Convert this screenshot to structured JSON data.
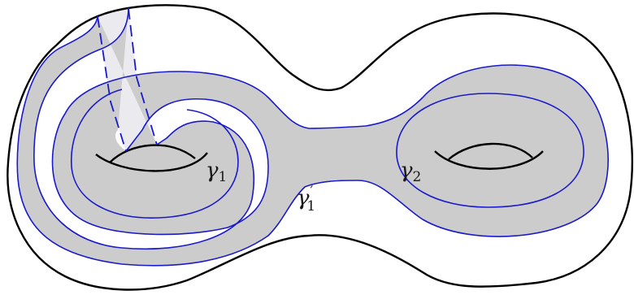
{
  "colors": {
    "outline": "#000000",
    "curve": "#1a1acc",
    "band_fill": "#cccccc",
    "strip_fill": "#ebebef",
    "label": "#1a1a1a"
  },
  "labels": {
    "gamma1": {
      "symbol": "γ",
      "sub": "1",
      "prime": ""
    },
    "gamma1_prime": {
      "symbol": "γ",
      "sub": "1",
      "prime": "′"
    },
    "gamma2": {
      "symbol": "γ",
      "sub": "2",
      "prime": ""
    }
  }
}
